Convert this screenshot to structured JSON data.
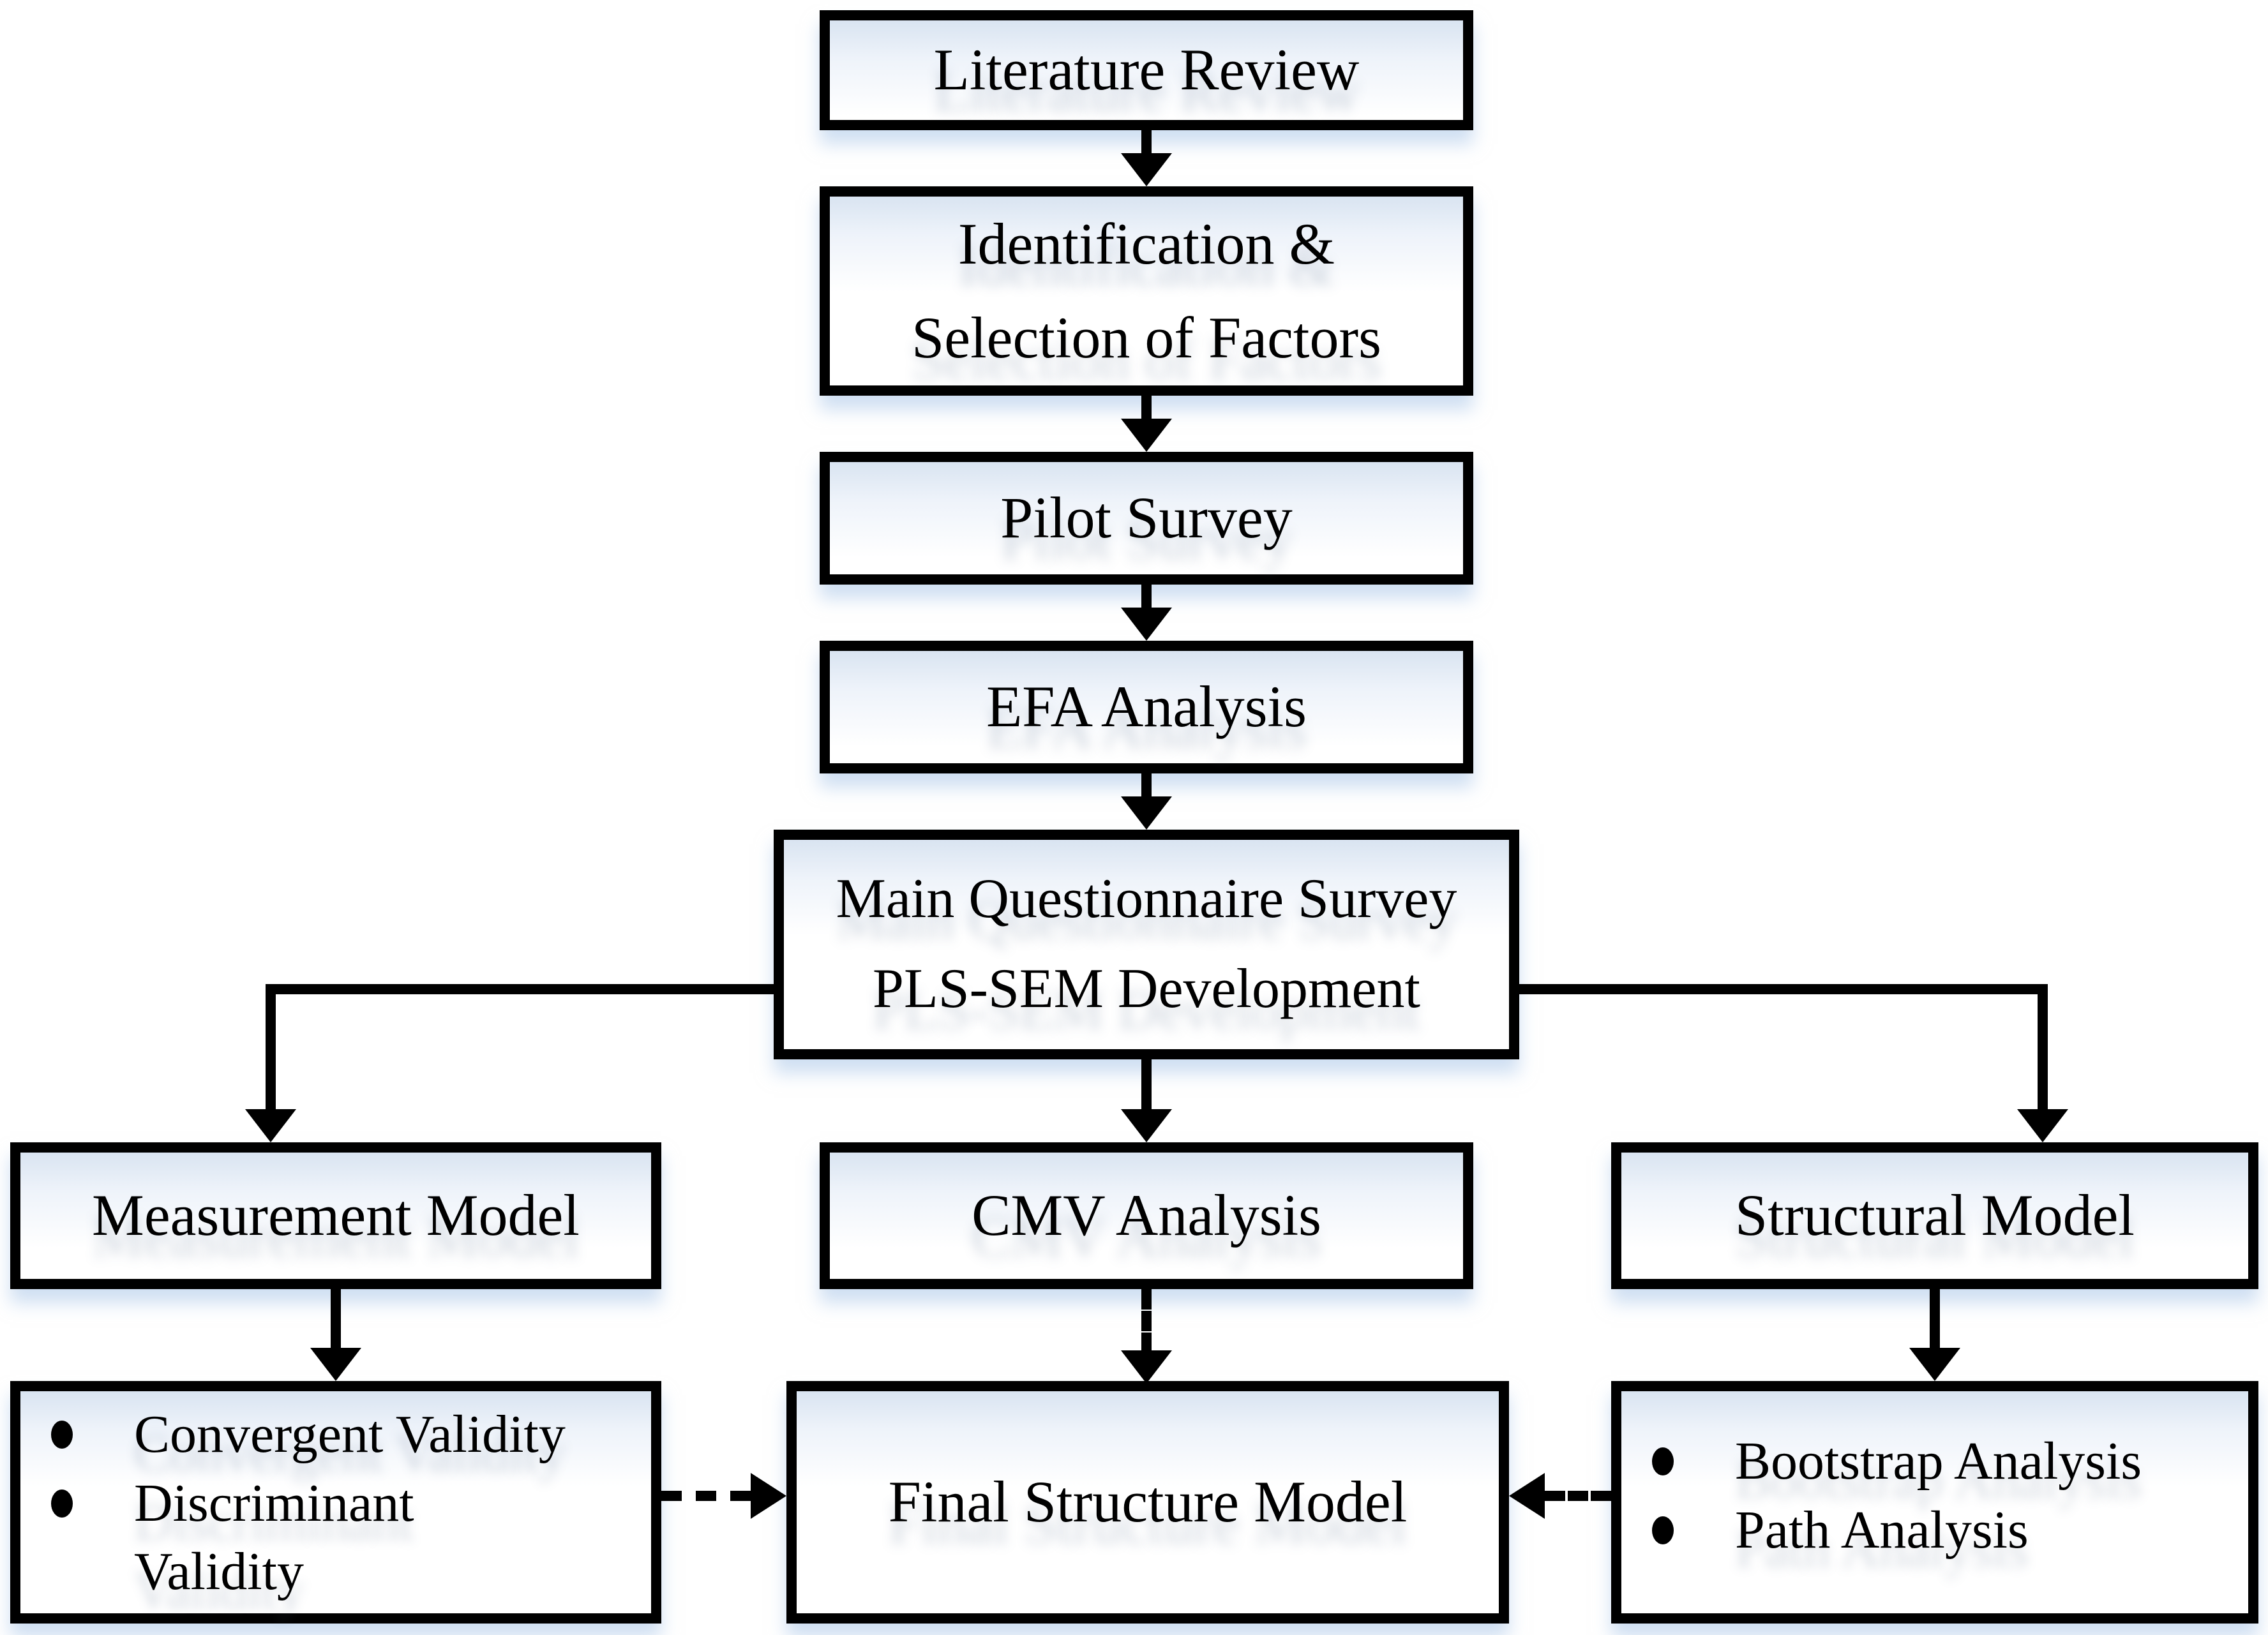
{
  "diagram": {
    "type": "flowchart",
    "nodes": {
      "literature_review": {
        "label": "Literature Review"
      },
      "identification": {
        "label": "Identification &\nSelection of Factors"
      },
      "pilot_survey": {
        "label": "Pilot Survey"
      },
      "efa_analysis": {
        "label": "EFA Analysis"
      },
      "main_survey": {
        "label": "Main Questionnaire Survey\nPLS-SEM Development"
      },
      "measurement_model": {
        "label": "Measurement Model"
      },
      "cmv_analysis": {
        "label": "CMV Analysis"
      },
      "structural_model": {
        "label": "Structural Model"
      },
      "final_structure_model": {
        "label": "Final Structure Model"
      },
      "measurement_details": {
        "items": [
          "Convergent Validity",
          "Discriminant\nValidity"
        ]
      },
      "structural_details": {
        "items": [
          "Bootstrap Analysis",
          "Path Analysis"
        ]
      }
    },
    "edges": [
      {
        "from": "literature_review",
        "to": "identification",
        "style": "solid"
      },
      {
        "from": "identification",
        "to": "pilot_survey",
        "style": "solid"
      },
      {
        "from": "pilot_survey",
        "to": "efa_analysis",
        "style": "solid"
      },
      {
        "from": "efa_analysis",
        "to": "main_survey",
        "style": "solid"
      },
      {
        "from": "main_survey",
        "to": "measurement_model",
        "style": "solid"
      },
      {
        "from": "main_survey",
        "to": "cmv_analysis",
        "style": "solid"
      },
      {
        "from": "main_survey",
        "to": "structural_model",
        "style": "solid"
      },
      {
        "from": "measurement_model",
        "to": "measurement_details",
        "style": "solid"
      },
      {
        "from": "cmv_analysis",
        "to": "final_structure_model",
        "style": "dashed"
      },
      {
        "from": "structural_model",
        "to": "structural_details",
        "style": "solid"
      },
      {
        "from": "measurement_details",
        "to": "final_structure_model",
        "style": "dashed"
      },
      {
        "from": "structural_details",
        "to": "final_structure_model",
        "style": "dashed"
      }
    ],
    "colors": {
      "border": "#000000",
      "text": "#000000",
      "box_fill": "#ffffff",
      "box_fill_top_tint": "#d9e4f1",
      "shadow_tint": "#a9c5e6"
    }
  }
}
